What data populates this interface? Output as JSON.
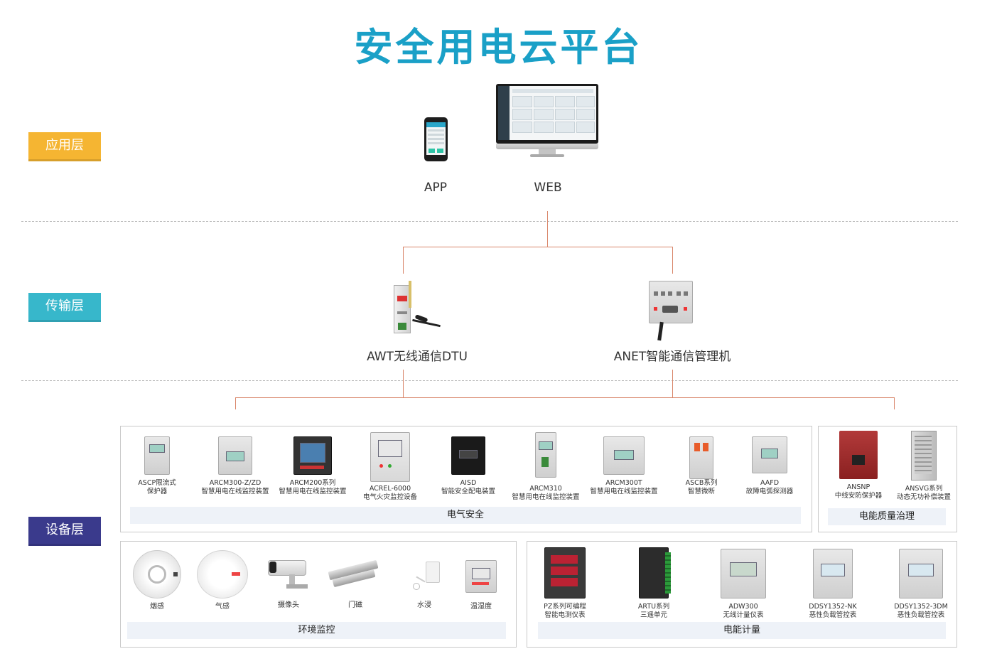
{
  "title": "安全用电云平台",
  "colors": {
    "title": "#1aa0c7",
    "app_layer": "#f5b532",
    "transport_layer": "#37b7cb",
    "device_layer": "#3a3a8c",
    "connector": "#d9866a",
    "strip": "#eef2f8"
  },
  "layers": {
    "application": "应用层",
    "transport": "传输层",
    "device": "设备层"
  },
  "application": {
    "app": "APP",
    "web": "WEB"
  },
  "transport": {
    "dtu": "AWT无线通信DTU",
    "anet": "ANET智能通信管理机"
  },
  "groups": {
    "electrical_safety": {
      "label": "电气安全",
      "devices": [
        {
          "l1": "ASCP限流式",
          "l2": "保护器"
        },
        {
          "l1": "ARCM300-Z/ZD",
          "l2": "智慧用电在线监控装置"
        },
        {
          "l1": "ARCM200系列",
          "l2": "智慧用电在线监控装置"
        },
        {
          "l1": "ACREL-6000",
          "l2": "电气火灾监控设备"
        },
        {
          "l1": "AISD",
          "l2": "智能安全配电装置"
        },
        {
          "l1": "ARCM310",
          "l2": "智慧用电在线监控装置"
        },
        {
          "l1": "ARCM300T",
          "l2": "智慧用电在线监控装置"
        },
        {
          "l1": "ASCB系列",
          "l2": "智慧微断"
        },
        {
          "l1": "AAFD",
          "l2": "故障电弧探测器"
        }
      ]
    },
    "power_quality": {
      "label": "电能质量治理",
      "devices": [
        {
          "l1": "ANSNP",
          "l2": "中线安防保护器"
        },
        {
          "l1": "ANSVG系列",
          "l2": "动态无功补偿装置"
        }
      ]
    },
    "environment": {
      "label": "环境监控",
      "devices": [
        {
          "l1": "烟感"
        },
        {
          "l1": "气感"
        },
        {
          "l1": "摄像头"
        },
        {
          "l1": "门磁"
        },
        {
          "l1": "水浸"
        },
        {
          "l1": "温湿度"
        }
      ]
    },
    "energy_metering": {
      "label": "电能计量",
      "devices": [
        {
          "l1": "PZ系列可编程",
          "l2": "智能电测仪表"
        },
        {
          "l1": "ARTU系列",
          "l2": "三遥单元"
        },
        {
          "l1": "ADW300",
          "l2": "无线计量仪表"
        },
        {
          "l1": "DDSY1352-NK",
          "l2": "恶性负载管控表"
        },
        {
          "l1": "DDSY1352-3DM",
          "l2": "恶性负载管控表"
        }
      ]
    }
  }
}
